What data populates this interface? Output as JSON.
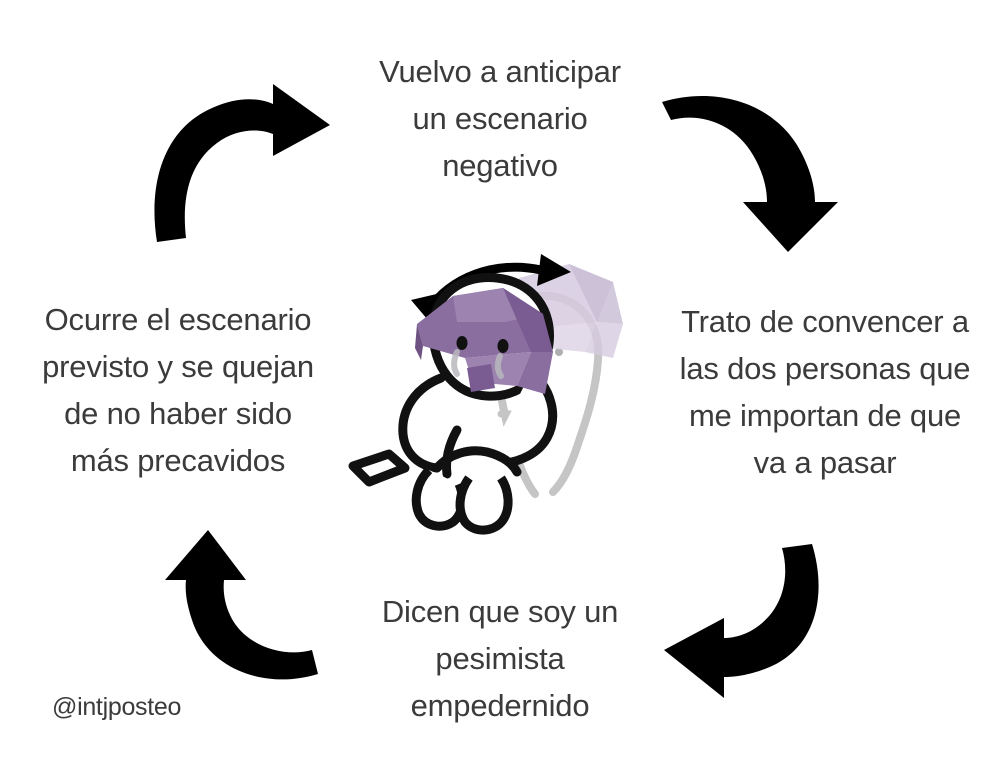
{
  "meta": {
    "background_color": "#ffffff",
    "text_color": "#3b3b3b",
    "arrow_color": "#000000",
    "accent_purple": "#8a6ea0",
    "accent_purple_light": "#b9a5c9",
    "ghost_gray": "#9a9a9a"
  },
  "cycle": {
    "type": "clockwise-loop",
    "steps": [
      {
        "position": "top",
        "text": "Vuelvo a anticipar\nun escenario\nnegativo"
      },
      {
        "position": "right",
        "text": "Trato de convencer a\nlas dos personas que\nme importan de que\nva a pasar"
      },
      {
        "position": "bottom",
        "text": "Dicen que soy un\npesimista\nempedernido"
      },
      {
        "position": "left",
        "text": "Ocurre el escenario\nprevisto y se quejan\nde no haber sido\nmás precavidos"
      }
    ],
    "arrows": [
      {
        "name": "arrow-top-left",
        "direction": "curve-up-right"
      },
      {
        "name": "arrow-top-right",
        "direction": "curve-down"
      },
      {
        "name": "arrow-bottom-right",
        "direction": "curve-down-left"
      },
      {
        "name": "arrow-bottom-left",
        "direction": "curve-up"
      }
    ]
  },
  "illustration": {
    "name": "sad-blob-character-with-purple-hat",
    "description": "White blob character with purple faceted party hat, teary eyes and open purple mouth, arms hugging itself, a dropped phone on the ground, a double-headed curved arrow above the head indicating head shaking, and a translucent gray ghost duplicate behind it"
  },
  "watermark": {
    "handle": "@intjposteo"
  }
}
